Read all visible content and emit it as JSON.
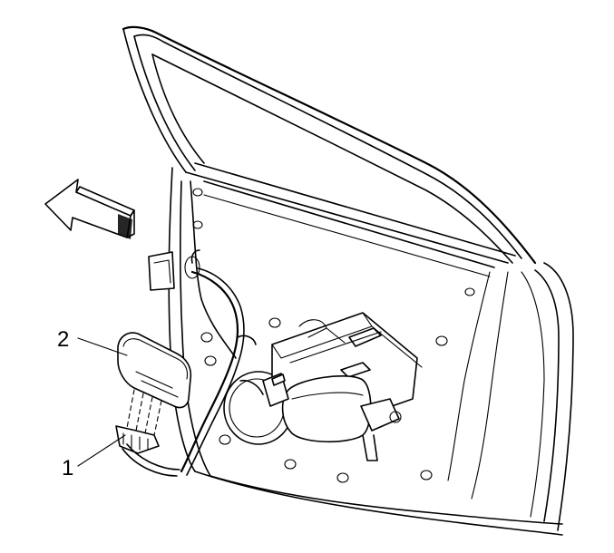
{
  "callouts": [
    {
      "id": "callout-1",
      "label": "1"
    },
    {
      "id": "callout-2",
      "label": "2"
    }
  ],
  "colors": {
    "line": "#000000",
    "background": "#ffffff"
  }
}
